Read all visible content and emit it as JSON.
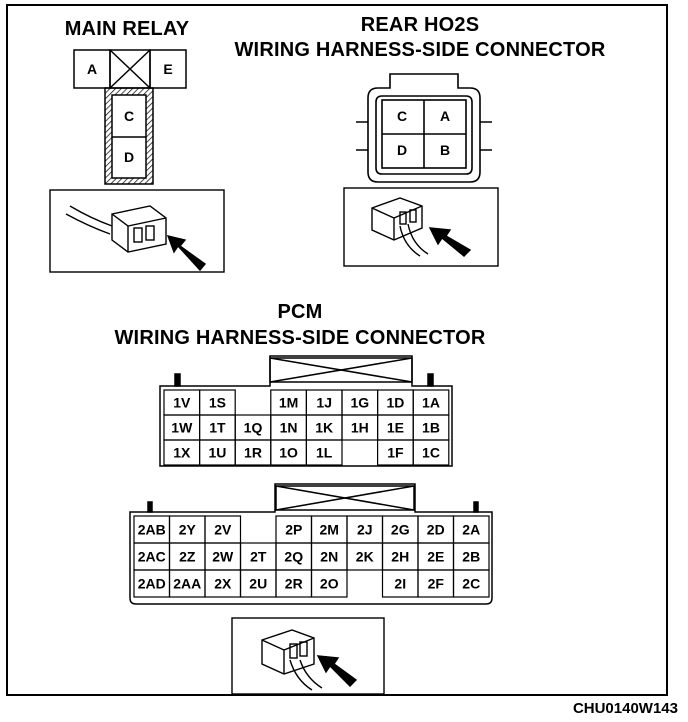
{
  "main_relay": {
    "title": "MAIN RELAY",
    "pins": [
      "A",
      "E",
      "C",
      "D"
    ]
  },
  "rear_ho2s": {
    "title_line1": "REAR HO2S",
    "title_line2": "WIRING HARNESS-SIDE CONNECTOR",
    "pins": [
      "C",
      "A",
      "D",
      "B"
    ]
  },
  "pcm": {
    "title_line1": "PCM",
    "title_line2": "WIRING HARNESS-SIDE CONNECTOR",
    "connector1": {
      "rows": [
        [
          "1V",
          "1S",
          "",
          "1M",
          "1J",
          "1G",
          "1D",
          "1A"
        ],
        [
          "1W",
          "1T",
          "1Q",
          "1N",
          "1K",
          "1H",
          "1E",
          "1B"
        ],
        [
          "1X",
          "1U",
          "1R",
          "1O",
          "1L",
          "",
          "1F",
          "1C"
        ]
      ]
    },
    "connector2": {
      "rows": [
        [
          "2AB",
          "2Y",
          "2V",
          "",
          "2P",
          "2M",
          "2J",
          "2G",
          "2D",
          "2A"
        ],
        [
          "2AC",
          "2Z",
          "2W",
          "2T",
          "2Q",
          "2N",
          "2K",
          "2H",
          "2E",
          "2B"
        ],
        [
          "2AD",
          "2AA",
          "2X",
          "2U",
          "2R",
          "2O",
          "",
          "2I",
          "2F",
          "2C"
        ]
      ]
    }
  },
  "footer_code": "CHU0140W143"
}
